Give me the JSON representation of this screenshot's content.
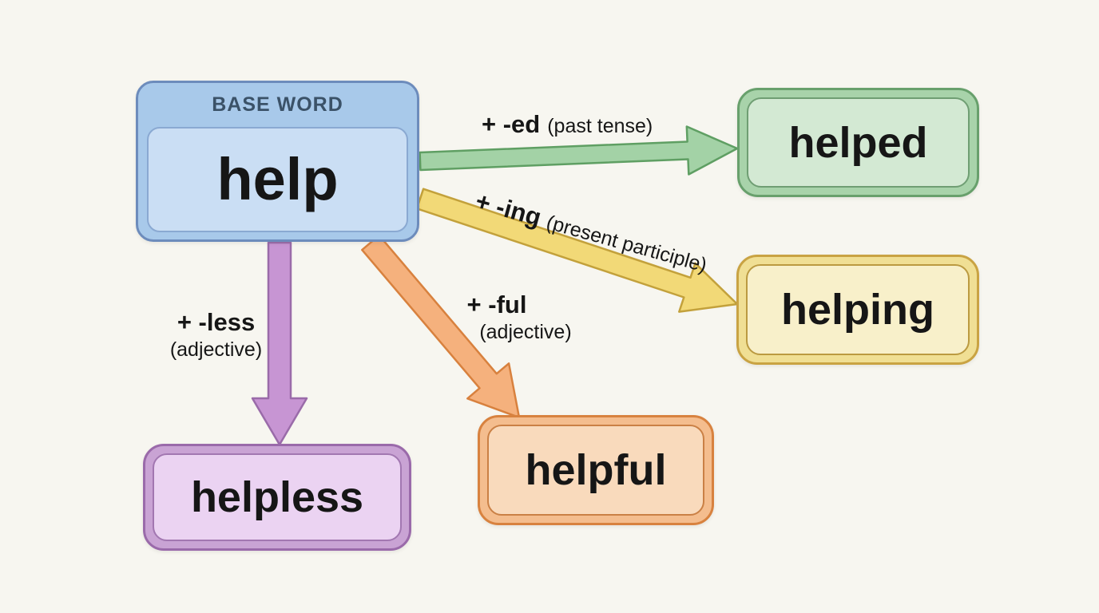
{
  "background": "#f7f6f0",
  "text_color": "#161616",
  "base": {
    "header": "BASE WORD",
    "word": "help",
    "header_color": "#3b5268",
    "outer_fill": "#a8c9ea",
    "outer_border": "#6d8cbc",
    "inner_fill": "#cadef4",
    "inner_border": "#8aa9d2"
  },
  "derivations": [
    {
      "suffix": "+ -ed",
      "note": "(past tense)",
      "word": "helped",
      "arrow_fill": "#a3d2a6",
      "arrow_border": "#5f9f63",
      "outer_fill": "#a8d3aa",
      "outer_border": "#68a06c",
      "inner_fill": "#d3e9d3",
      "inner_border": "#6f9e73"
    },
    {
      "suffix": "+ -ing",
      "note": "(present participle)",
      "word": "helping",
      "arrow_fill": "#f2d977",
      "arrow_border": "#c3a13b",
      "outer_fill": "#f0df94",
      "outer_border": "#c9a343",
      "inner_fill": "#f8f0ca",
      "inner_border": "#bb9a41"
    },
    {
      "suffix": "+ -less",
      "note": "(adjective)",
      "word": "helpless",
      "arrow_fill": "#c795d3",
      "arrow_border": "#9a6ba9",
      "outer_fill": "#c9a3d4",
      "outer_border": "#9a6aaa",
      "inner_fill": "#ebd3f2",
      "inner_border": "#a277b1"
    },
    {
      "suffix": "+ -ful",
      "note": "(adjective)",
      "word": "helpful",
      "arrow_fill": "#f5b17d",
      "arrow_border": "#d8813e",
      "outer_fill": "#f4bd8e",
      "outer_border": "#d8823f",
      "inner_fill": "#f9dabc",
      "inner_border": "#ca8045"
    }
  ]
}
